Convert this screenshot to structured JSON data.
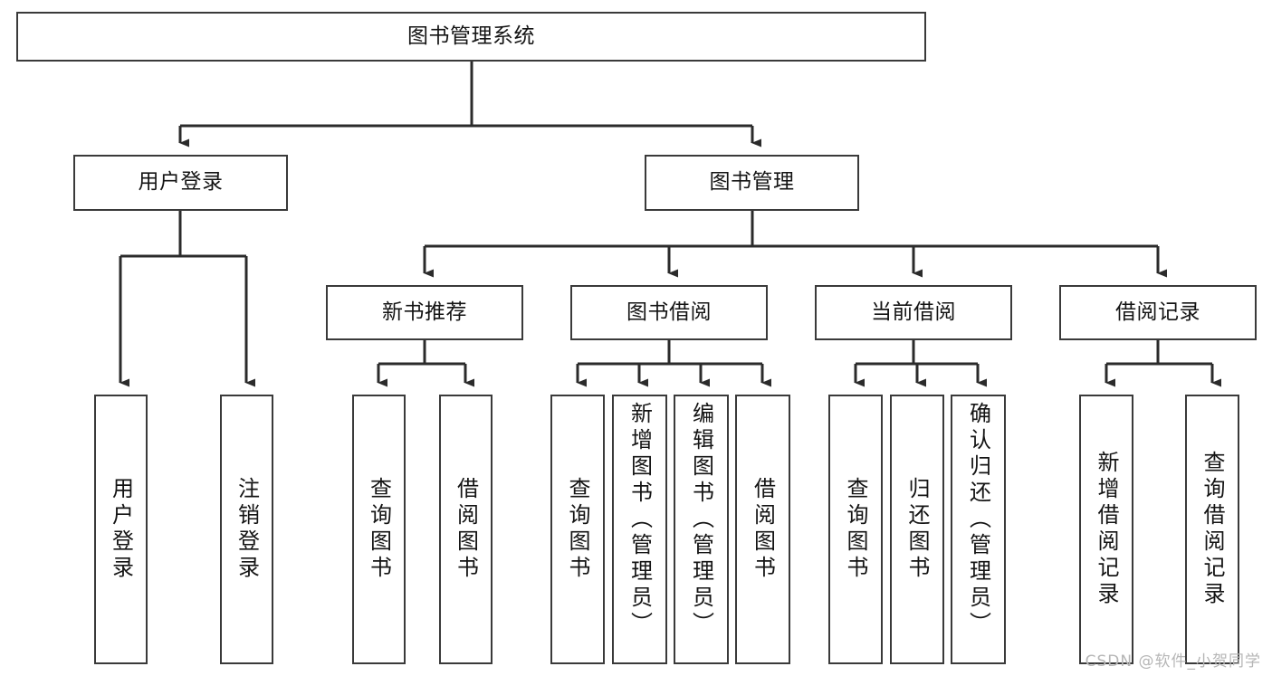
{
  "diagram": {
    "type": "tree-hierarchy",
    "title": "图书管理系统",
    "orientation": "top-down",
    "colors": {
      "box_border": "#3a3a3a",
      "box_fill": "#ffffff",
      "connector": "#2b2b2b",
      "text": "#141414",
      "watermark": "#b6b6b6"
    },
    "root": {
      "label": "图书管理系统"
    },
    "level2": [
      {
        "label": "用户登录"
      },
      {
        "label": "图书管理"
      }
    ],
    "level3": [
      {
        "label": "新书推荐"
      },
      {
        "label": "图书借阅"
      },
      {
        "label": "当前借阅"
      },
      {
        "label": "借阅记录"
      }
    ],
    "leaves": {
      "user_login": [
        {
          "label": "用户登录"
        },
        {
          "label": "注销登录"
        }
      ],
      "new_book_recommend": [
        {
          "label": "查询图书"
        },
        {
          "label": "借阅图书"
        }
      ],
      "book_borrow": [
        {
          "label": "查询图书"
        },
        {
          "label": "新增图书（管理员）"
        },
        {
          "label": "编辑图书（管理员）"
        },
        {
          "label": "借阅图书"
        }
      ],
      "current_borrow": [
        {
          "label": "查询图书"
        },
        {
          "label": "归还图书"
        },
        {
          "label": "确认归还（管理员）"
        }
      ],
      "borrow_record": [
        {
          "label": "新增借阅记录"
        },
        {
          "label": "查询借阅记录"
        }
      ]
    }
  },
  "watermark": {
    "text": "CSDN @软件_小贺同学"
  }
}
